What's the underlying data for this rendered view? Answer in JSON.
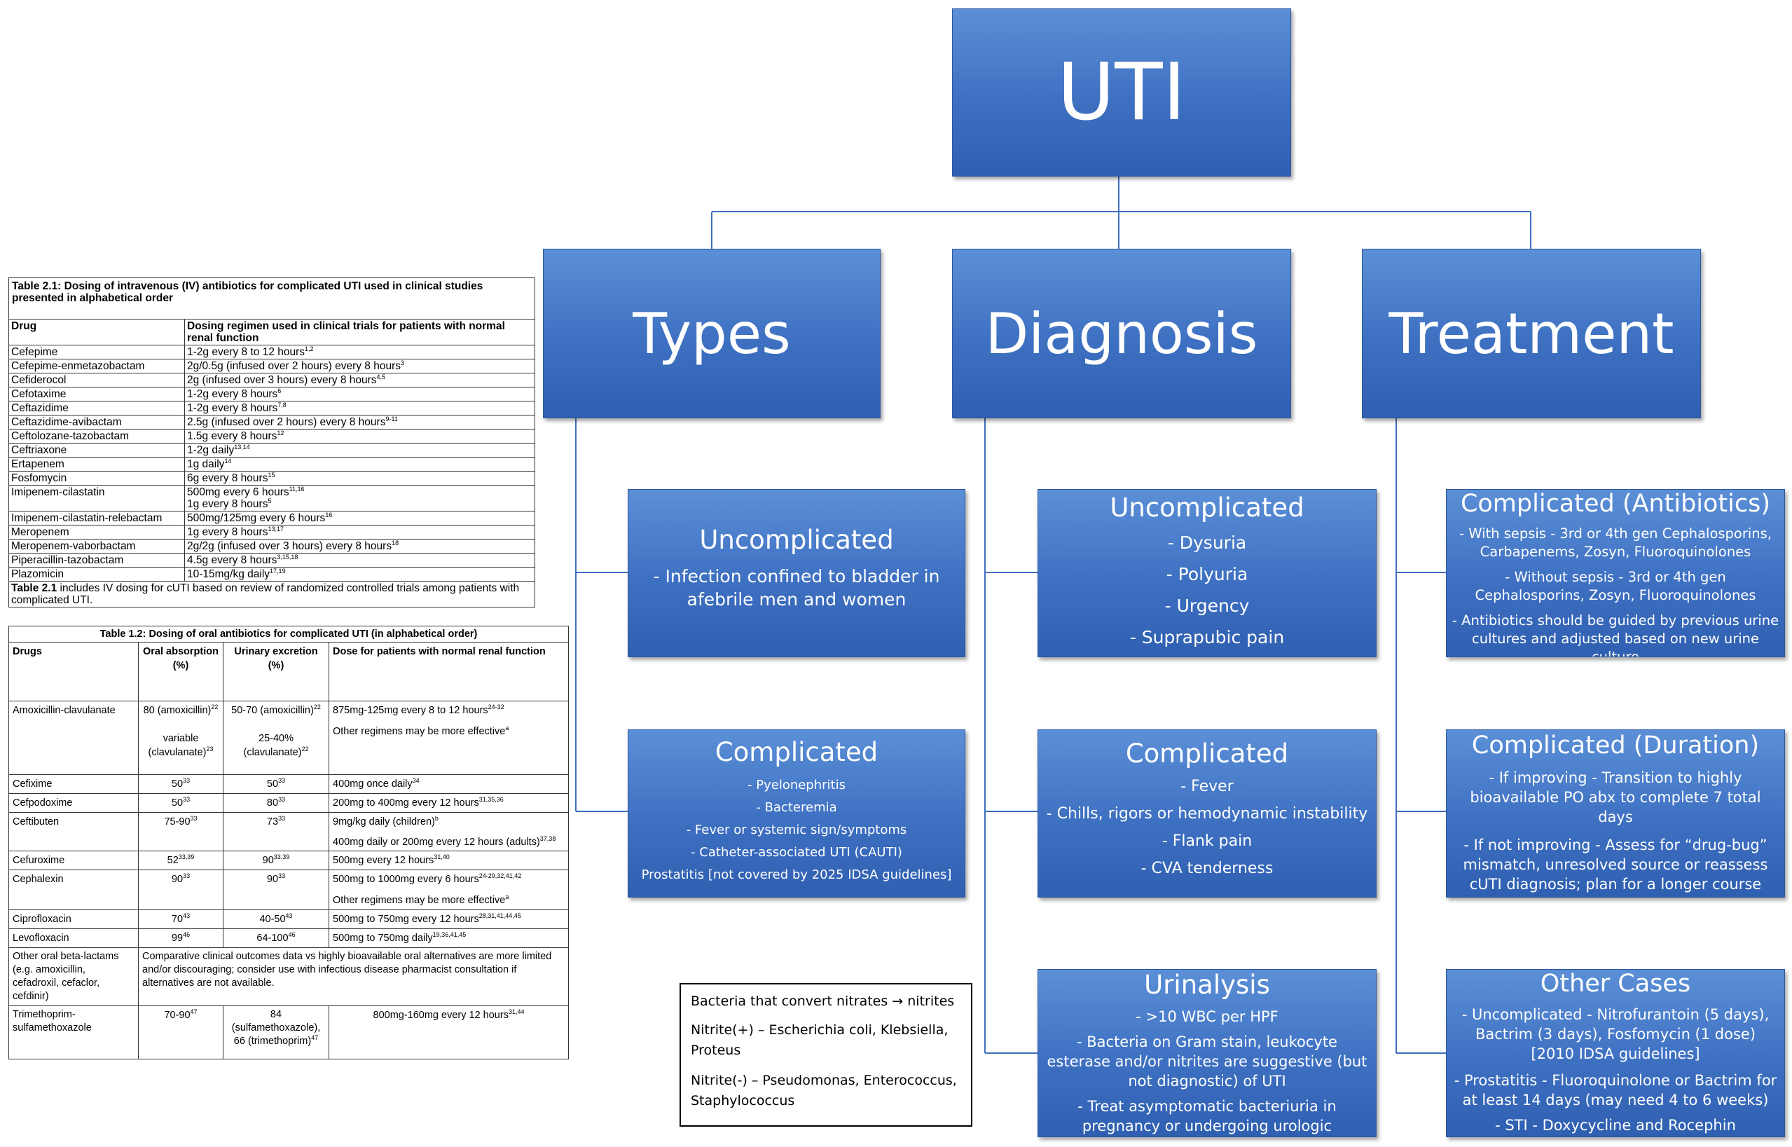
{
  "root": {
    "title": "UTI"
  },
  "branches": [
    {
      "title": "Types"
    },
    {
      "title": "Diagnosis"
    },
    {
      "title": "Treatment"
    }
  ],
  "types": {
    "uncomplicated": {
      "title": "Uncomplicated",
      "lines": [
        "- Infection confined to bladder in afebrile men and women"
      ]
    },
    "complicated": {
      "title": "Complicated",
      "lines": [
        "- Pyelonephritis",
        "- Bacteremia",
        "- Fever or systemic sign/symptoms",
        "- Catheter-associated UTI (CAUTI)",
        "Prostatitis [not covered by 2025 IDSA guidelines]"
      ]
    }
  },
  "diagnosis": {
    "uncomplicated": {
      "title": "Uncomplicated",
      "lines": [
        "- Dysuria",
        "- Polyuria",
        "- Urgency",
        "- Suprapubic pain"
      ]
    },
    "complicated": {
      "title": "Complicated",
      "lines": [
        "- Fever",
        "- Chills, rigors or hemodynamic instability",
        "- Flank pain",
        "- CVA tenderness"
      ]
    },
    "urinalysis": {
      "title": "Urinalysis",
      "lines": [
        "- >10 WBC per HPF",
        "- Bacteria on Gram stain, leukocyte esterase and/or nitrites are suggestive (but not diagnostic) of UTI",
        "- Treat asymptomatic bacteriuria in pregnancy or undergoing urologic prodcedures"
      ]
    }
  },
  "treatment": {
    "antibiotics": {
      "title": "Complicated (Antibiotics)",
      "lines": [
        "- With sepsis - 3rd or 4th gen Cephalosporins, Carbapenems, Zosyn, Fluoroquinolones",
        "- Without sepsis - 3rd or 4th gen Cephalosporins, Zosyn, Fluoroquinolones",
        "- Antibiotics should be guided by previous urine cultures and adjusted based on new urine culture"
      ]
    },
    "duration": {
      "title": "Complicated (Duration)",
      "lines": [
        "- If improving - Transition to highly bioavailable PO abx to complete 7 total days",
        "- If not improving - Assess for “drug-bug” mismatch, unresolved source or reassess cUTI diagnosis; plan for a longer course"
      ]
    },
    "other": {
      "title": "Other Cases",
      "lines": [
        "- Uncomplicated - Nitrofurantoin (5 days), Bactrim (3 days), Fosfomycin (1 dose) [2010 IDSA guidelines]",
        "- Prostatitis - Fluoroquinolone or Bactrim for at least 14 days (may need 4 to 6 weeks)",
        "- STI - Doxycycline and Rocephin"
      ]
    }
  },
  "nitrite_box": {
    "lines": [
      "Bacteria that convert nitrates → nitrites",
      "Nitrite(+) – Escherichia coli, Klebsiella, Proteus",
      "Nitrite(-) – Pseudomonas, Enterococcus, Staphylococcus"
    ]
  },
  "table1": {
    "caption": "Table 2.1: Dosing of intravenous (IV) antibiotics for complicated UTI used in clinical studies presented in alphabetical order",
    "headers": [
      "Drug",
      "Dosing regimen used in clinical trials for patients with normal renal function"
    ],
    "rows": [
      [
        "Cefepime",
        "1-2g every 8 to 12 hours",
        "1,2"
      ],
      [
        "Cefepime-enmetazobactam",
        "2g/0.5g (infused over 2 hours) every 8 hours",
        "3"
      ],
      [
        "Cefiderocol",
        "2g (infused over 3 hours) every 8 hours",
        "4,5"
      ],
      [
        "Cefotaxime",
        "1-2g every 8 hours",
        "6"
      ],
      [
        "Ceftazidime",
        "1-2g every 8 hours",
        "7,8"
      ],
      [
        "Ceftazidime-avibactam",
        "2.5g (infused over 2 hours) every 8 hours",
        "9-11"
      ],
      [
        "Ceftolozane-tazobactam",
        "1.5g every 8 hours",
        "12"
      ],
      [
        "Ceftriaxone",
        "1-2g daily",
        "13,14"
      ],
      [
        "Ertapenem",
        "1g daily",
        "14"
      ],
      [
        "Fosfomycin",
        "6g every 8 hours",
        "15"
      ],
      [
        "Imipenem-cilastatin",
        "500mg every 6 hours",
        "11,16",
        "1g every 8 hours",
        "5"
      ],
      [
        "Imipenem-cilastatin-relebactam",
        "500mg/125mg every 6 hours",
        "16"
      ],
      [
        "Meropenem",
        "1g every 8 hours",
        "13,17"
      ],
      [
        "Meropenem-vaborbactam",
        "2g/2g (infused over 3 hours) every 8 hours",
        "18"
      ],
      [
        "Piperacillin-tazobactam",
        "4.5g every 8 hours",
        "3,15,18"
      ],
      [
        "Plazomicin",
        "10-15mg/kg daily",
        "17,19"
      ]
    ],
    "footnote_bold": "Table 2.1",
    "footnote": " includes IV dosing for cUTI based on review of randomized controlled trials among patients with complicated UTI."
  },
  "table2": {
    "caption": "Table 1.2: Dosing of oral antibiotics for complicated UTI (in alphabetical order)",
    "headers": [
      "Drugs",
      "Oral absorption (%)",
      "Urinary excretion (%)",
      "Dose for patients with normal renal function"
    ],
    "amox": {
      "drug": "Amoxicillin-clavulanate",
      "abs1": "80 (amoxicillin)",
      "abs1_sup": "22",
      "abs2": "variable (clavulanate)",
      "abs2_sup": "23",
      "exc1": "50-70 (amoxicillin)",
      "exc1_sup": "22",
      "exc2": "25-40% (clavulanate)",
      "exc2_sup": "22",
      "dose1": "875mg-125mg every 8 to 12 hours",
      "dose1_sup": "24-32",
      "dose2": "Other regimens may be more effective",
      "dose2_sup": "a"
    },
    "cefixime": {
      "drug": "Cefixime",
      "abs": "50",
      "abs_sup": "33",
      "exc": "50",
      "exc_sup": "33",
      "dose": "400mg once daily",
      "dose_sup": "34"
    },
    "cefpodoxime": {
      "drug": "Cefpodoxime",
      "abs": "50",
      "abs_sup": "33",
      "exc": "80",
      "exc_sup": "33",
      "dose": "200mg to 400mg every 12 hours",
      "dose_sup": "31,35,36"
    },
    "ceftibuten": {
      "drug": "Ceftibuten",
      "abs": "75-90",
      "abs_sup": "33",
      "exc": "73",
      "exc_sup": "33",
      "dose1": "9mg/kg daily (children)",
      "dose1_sup": "b",
      "dose2": "400mg daily or 200mg every 12 hours (adults)",
      "dose2_sup": "37,38"
    },
    "cefuroxime": {
      "drug": "Cefuroxime",
      "abs": "52",
      "abs_sup": "33,39",
      "exc": "90",
      "exc_sup": "33,39",
      "dose": "500mg every 12 hours",
      "dose_sup": "31,40"
    },
    "cephalexin": {
      "drug": "Cephalexin",
      "abs": "90",
      "abs_sup": "33",
      "exc": "90",
      "exc_sup": "33",
      "dose1": "500mg to 1000mg every 6 hours",
      "dose1_sup": "24-29,32,41,42",
      "dose2": "Other regimens may be more effective",
      "dose2_sup": "a"
    },
    "ciprofloxacin": {
      "drug": "Ciprofloxacin",
      "abs": "70",
      "abs_sup": "43",
      "exc": "40-50",
      "exc_sup": "43",
      "dose": "500mg to 750mg every 12 hours",
      "dose_sup": "28,31,41,44,45"
    },
    "levofloxacin": {
      "drug": "Levofloxacin",
      "abs": "99",
      "abs_sup": "46",
      "exc": "64-100",
      "exc_sup": "46",
      "dose": "500mg to 750mg daily",
      "dose_sup": "19,36,41,45"
    },
    "other_beta": {
      "drug": "Other oral beta-lactams (e.g. amoxicillin, cefadroxil, cefaclor, cefdinir)",
      "note": "Comparative clinical outcomes data vs highly bioavailable oral alternatives are more limited and/or discouraging; consider use with infectious disease pharmacist consultation if alternatives are not available."
    },
    "tmp": {
      "drug": "Trimethoprim-sulfamethoxazole",
      "abs": "70-90",
      "abs_sup": "47",
      "exc": "84 (sulfamethoxazole), 66 (trimethoprim)",
      "exc_sup": "47",
      "dose": "800mg-160mg every 12 hours",
      "dose_sup": "31,44"
    }
  }
}
